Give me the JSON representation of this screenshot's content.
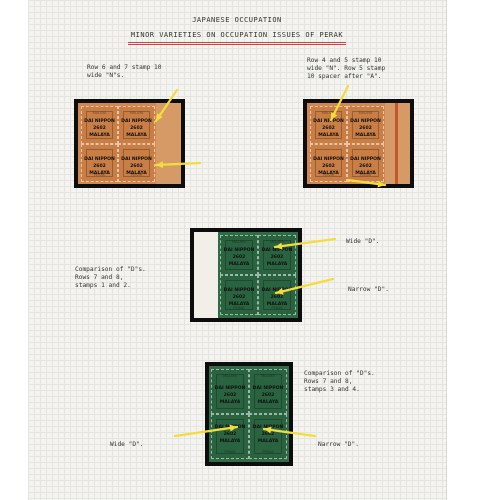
{
  "header": {
    "title": "JAPANESE OCCUPATION",
    "subtitle": "MINOR VARIETIES ON OCCUPATION ISSUES OF PERAK"
  },
  "notes": {
    "top_left": "Row 6 and 7 stamp 10\nwide \"N\"s.",
    "top_right": "Row 4 and 5 stamp 10\nwide \"N\". Row 5 stamp\n10 spacer after \"A\".",
    "mid_wide": "Wide \"D\".",
    "mid_narrow": "Narrow \"D\".",
    "mid_compare": "Comparison of \"D\"s.\nRows 7 and 8,\nstamps 1 and 2.",
    "bot_compare": "Comparison of \"D\"s.\nRows 7 and 8,\nstamps 3 and 4.",
    "bot_wide": "Wide \"D\".",
    "bot_narrow": "Narrow \"D\"."
  },
  "stamp": {
    "country": "MALAYA",
    "value": "PERAK",
    "overprint_line1": "DAI NIPPON",
    "overprint_line2": "2602",
    "overprint_line3": "MALAYA"
  },
  "colors": {
    "arrow": "#f3dd3b",
    "orange_stamp": "#c97e46",
    "green_stamp": "#2a6340",
    "rule": "#c94545"
  }
}
